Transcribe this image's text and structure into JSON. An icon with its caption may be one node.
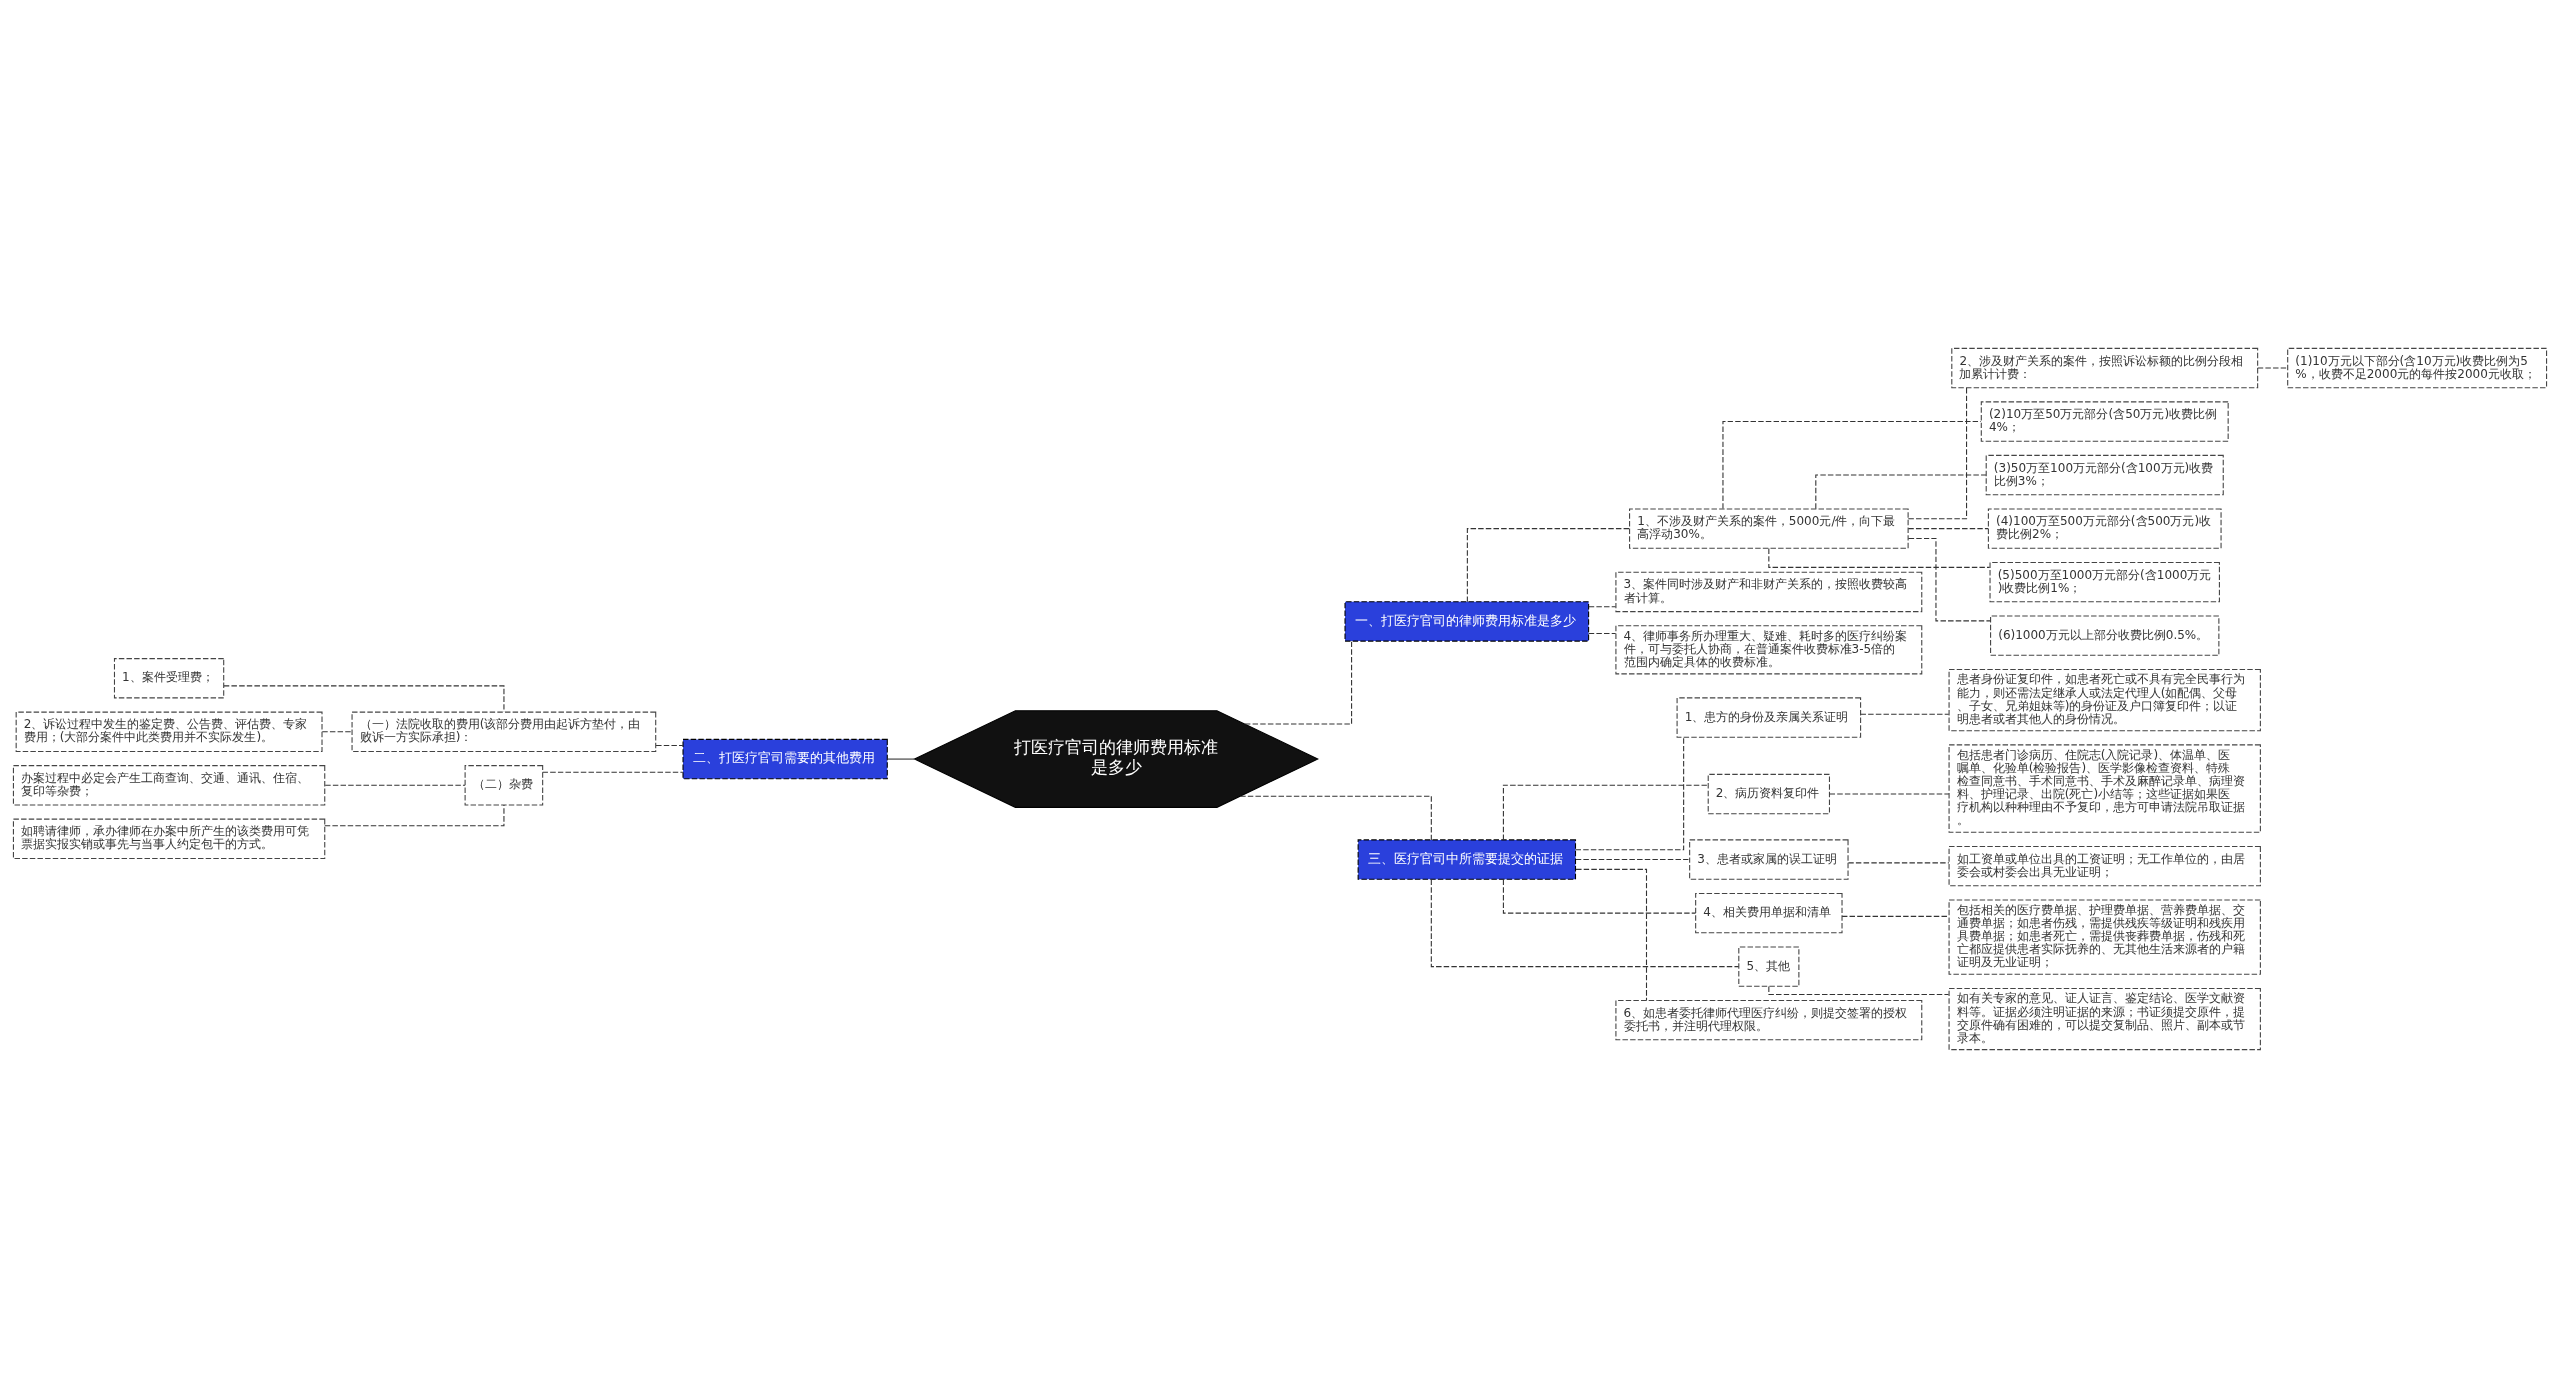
{
  "diagram": {
    "nodes": [
      {
        "text": [
          "打医疗官司的律师费用标准是多少"
        ]
      },
      {
        "text": [
          "一、打医疗官司的律师费用标准是多少"
        ]
      },
      {
        "text": [
          "1、不涉及财产关系的案件，5000元/件，向下最高浮动30%。"
        ]
      },
      {
        "text": [
          "2、涉及财产关系的案件，按照诉讼标额的比例分段相加累计计费："
        ]
      },
      {
        "text": [
          "(1)10万元以下部分(含10万元)收费比例为5%，收费不足2000元的每件按2000元收取；"
        ]
      },
      {
        "text": [
          "(2)10万至50万元部分(含50万元)收费比例4%；"
        ]
      },
      {
        "text": [
          "(3)50万至100万元部分(含100万元)收费比例3%；"
        ]
      },
      {
        "text": [
          "(4)100万至500万元部分(含500万元)收费比例2%；"
        ]
      },
      {
        "text": [
          "(5)500万至1000万元部分(含1000万元)收费比例1%；"
        ]
      },
      {
        "text": [
          "(6)1000万元以上部分收费比例0.5%。"
        ]
      },
      {
        "text": [
          "3、案件同时涉及财产和非财产关系的，按照收费较高者计算。"
        ]
      },
      {
        "text": [
          "4、律师事务所办理重大、疑难、耗时多的医疗纠纷案件，可与委托人协商，在普通案件收费标准3-5倍的范围内确定具体的收费标准。"
        ]
      },
      {
        "text": [
          "二、打医疗官司需要的其他费用"
        ]
      },
      {
        "text": [
          "（一）法院收取的费用(该部分费用由起诉方垫付，由败诉一方实际承担)："
        ]
      },
      {
        "text": [
          "1、案件受理费；"
        ]
      },
      {
        "text": [
          "2、诉讼过程中发生的鉴定费、公告费、评估费、专家费用；(大部分案件中此类费用并不实际发生)。"
        ]
      },
      {
        "text": [
          "（二）杂费"
        ]
      },
      {
        "text": [
          "办案过程中必定会产生工商查询、交通、通讯、住宿、复印等杂费；"
        ]
      },
      {
        "text": [
          "如聘请律师，承办律师在办案中所产生的该类费用可凭票据实报实销或事先与当事人约定包干的方式。"
        ]
      },
      {
        "text": [
          "三、医疗官司中所需要提交的证据"
        ]
      },
      {
        "text": [
          "1、患方的身份及亲属关系证明"
        ]
      },
      {
        "text": [
          "患者身份证复印件，如患者死亡或不具有完全民事行为能力，则还需法定继承人或法定代理人(如配偶、父母、子女、兄弟姐妹等)的身份证及户口簿复印件；以证明患者或者其他人的身份情况。"
        ]
      },
      {
        "text": [
          "2、病历资料复印件"
        ]
      },
      {
        "text": [
          "包括患者门诊病历、住院志(入院记录)、体温单、医嘱单、化验单(检验报告)、医学影像检查资料、特殊检查同意书、手术同意书、手术及麻醉记录单、病理资料、护理记录、出院(死亡)小结等；这些证据如果医疗机构以种种理由不予复印，患方可申请法院吊取证据。"
        ]
      },
      {
        "text": [
          "3、患者或家属的误工证明"
        ]
      },
      {
        "text": [
          "如工资单或单位出具的工资证明；无工作单位的，由居委会或村委会出具无业证明；"
        ]
      },
      {
        "text": [
          "4、相关费用单据和清单"
        ]
      },
      {
        "text": [
          "包括相关的医疗费单据、护理费单据、营养费单据、交通费单据；如患者伤残，需提供残疾等级证明和残疾用具费单据；如患者死亡，需提供丧葬费单据，伤残和死亡都应提供患者实际抚养的、无其他生活来源者的户籍证明及无业证明；"
        ]
      },
      {
        "text": [
          "5、其他"
        ]
      },
      {
        "text": [
          "如有关专家的意见、证人证言、鉴定结论、医学文献资料等。证据必须注明证据的来源；书证须提交原件，提交原件确有困难的，可以提交复制品、照片、副本或节录本。"
        ]
      },
      {
        "text": [
          "6、如患者委托律师代理医疗纠纷，则提交签署的授权委托书，并注明代理权限。"
        ]
      }
    ],
    "edges": [
      {
        "from": 0,
        "to": 1,
        "arrow": "none",
        "style": "dashed"
      },
      {
        "from": 1,
        "to": 2,
        "arrow": "none",
        "style": "dashed"
      },
      {
        "from": 2,
        "to": 3,
        "arrow": "none",
        "style": "dashed"
      },
      {
        "from": 3,
        "to": 4,
        "arrow": "none",
        "style": "dashed"
      },
      {
        "from": 2,
        "to": 5,
        "arrow": "none",
        "style": "dashed"
      },
      {
        "from": 2,
        "to": 6,
        "arrow": "none",
        "style": "dashed"
      },
      {
        "from": 2,
        "to": 7,
        "arrow": "none",
        "style": "dashed"
      },
      {
        "from": 2,
        "to": 8,
        "arrow": "none",
        "style": "dashed"
      },
      {
        "from": 2,
        "to": 9,
        "arrow": "none",
        "style": "dashed"
      },
      {
        "from": 1,
        "to": 10,
        "arrow": "none",
        "style": "dashed"
      },
      {
        "from": 1,
        "to": 11,
        "arrow": "none",
        "style": "dashed"
      },
      {
        "from": 0,
        "to": 12,
        "arrow": "none"
      },
      {
        "from": 12,
        "to": 13,
        "arrow": "none",
        "style": "dashed"
      },
      {
        "from": 13,
        "to": 14,
        "arrow": "none",
        "style": "dashed"
      },
      {
        "from": 13,
        "to": 15,
        "arrow": "none",
        "style": "dashed"
      },
      {
        "from": 12,
        "to": 16,
        "arrow": "none",
        "style": "dashed"
      },
      {
        "from": 16,
        "to": 17,
        "arrow": "none",
        "style": "dashed"
      },
      {
        "from": 16,
        "to": 18,
        "arrow": "none",
        "style": "dashed"
      },
      {
        "from": 0,
        "to": 19,
        "arrow": "none",
        "style": "dashed"
      },
      {
        "from": 19,
        "to": 20,
        "arrow": "none",
        "style": "dashed"
      },
      {
        "from": 20,
        "to": 21,
        "arrow": "none",
        "style": "dashed"
      },
      {
        "from": 19,
        "to": 22,
        "arrow": "none",
        "style": "dashed"
      },
      {
        "from": 22,
        "to": 23,
        "arrow": "none",
        "style": "dashed"
      },
      {
        "from": 19,
        "to": 24,
        "arrow": "none",
        "style": "dashed"
      },
      {
        "from": 24,
        "to": 25,
        "arrow": "none",
        "style": "dashed"
      },
      {
        "from": 19,
        "to": 26,
        "arrow": "none",
        "style": "dashed"
      },
      {
        "from": 26,
        "to": 27,
        "arrow": "none",
        "style": "dashed"
      },
      {
        "from": 19,
        "to": 28,
        "arrow": "none",
        "style": "dashed"
      },
      {
        "from": 28,
        "to": 29,
        "arrow": "none",
        "style": "dashed"
      },
      {
        "from": 19,
        "to": 30,
        "arrow": "none",
        "style": "dashed"
      }
    ]
  }
}
